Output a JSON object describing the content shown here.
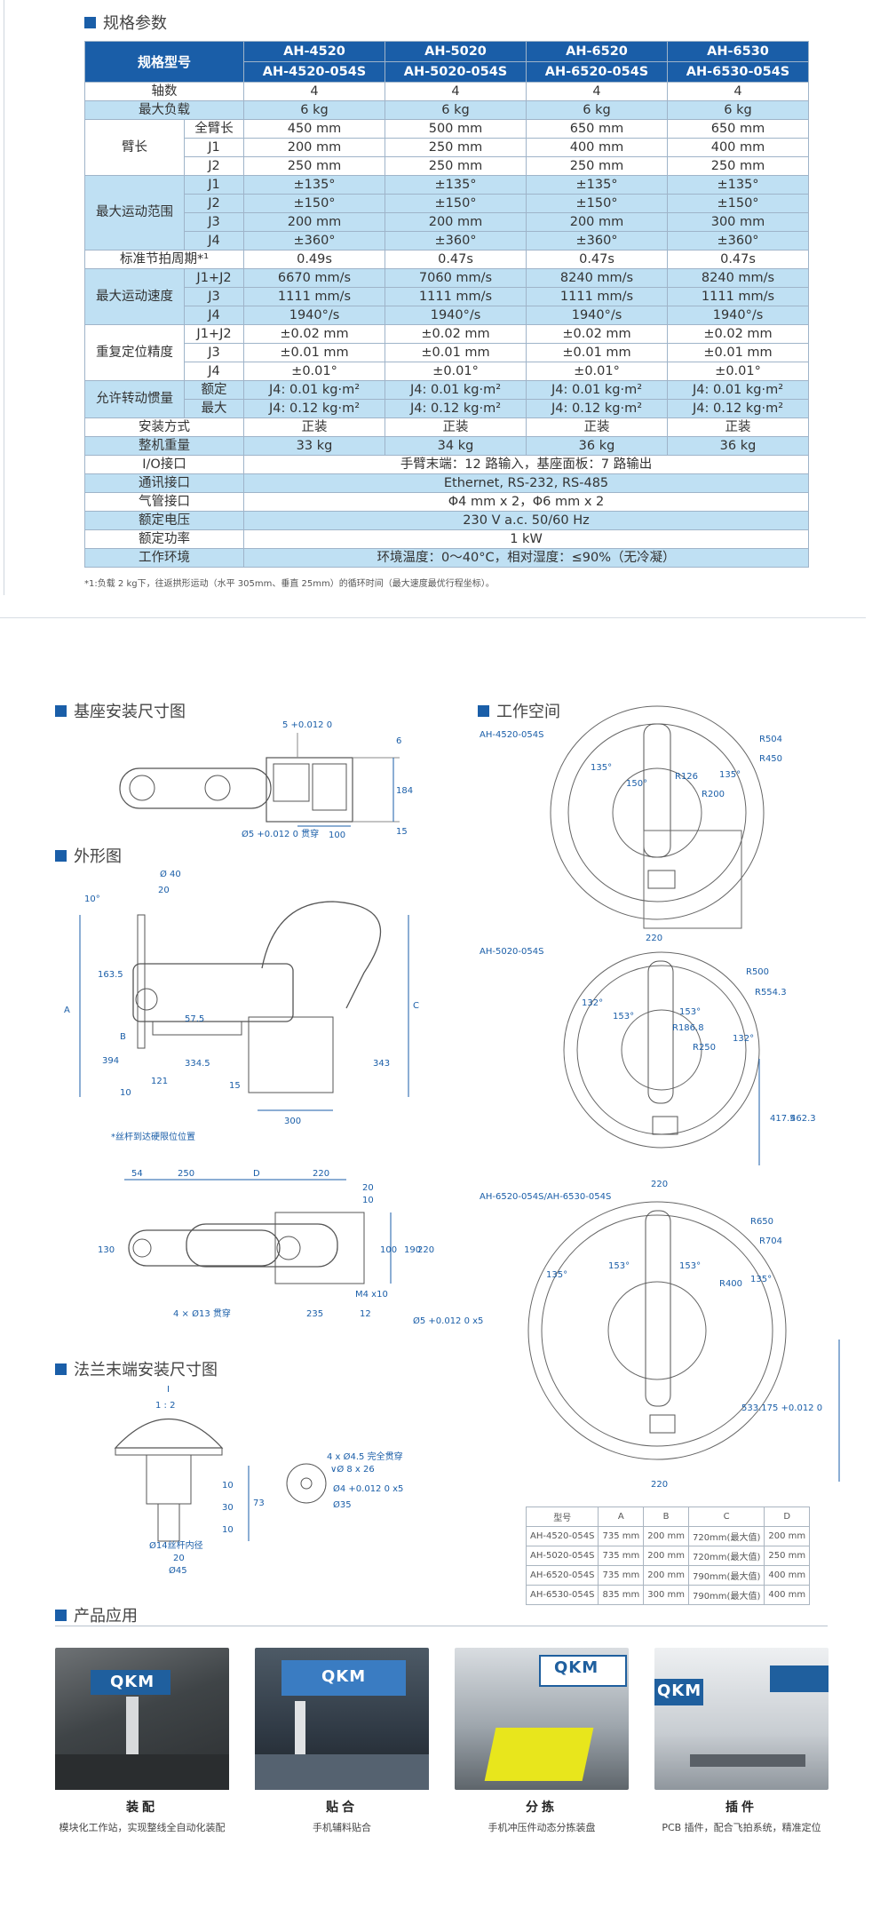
{
  "spec_section": {
    "title": "规格参数",
    "header": {
      "label": "规格型号",
      "models": [
        {
          "l1": "AH-4520",
          "l2": "AH-4520-054S"
        },
        {
          "l1": "AH-5020",
          "l2": "AH-5020-054S"
        },
        {
          "l1": "AH-6520",
          "l2": "AH-6520-054S"
        },
        {
          "l1": "AH-6530",
          "l2": "AH-6530-054S"
        }
      ]
    },
    "rows": {
      "axes": {
        "label": "轴数",
        "v": [
          "4",
          "4",
          "4",
          "4"
        ]
      },
      "payload": {
        "label": "最大负载",
        "v": [
          "6 kg",
          "6 kg",
          "6 kg",
          "6 kg"
        ]
      },
      "arm": {
        "label": "臂长",
        "sub": [
          {
            "label": "全臂长",
            "v": [
              "450 mm",
              "500 mm",
              "650 mm",
              "650 mm"
            ]
          },
          {
            "label": "J1",
            "v": [
              "200 mm",
              "250 mm",
              "400 mm",
              "400 mm"
            ]
          },
          {
            "label": "J2",
            "v": [
              "250 mm",
              "250 mm",
              "250 mm",
              "250 mm"
            ]
          }
        ]
      },
      "range": {
        "label": "最大运动范围",
        "sub": [
          {
            "label": "J1",
            "v": [
              "±135°",
              "±135°",
              "±135°",
              "±135°"
            ]
          },
          {
            "label": "J2",
            "v": [
              "±150°",
              "±150°",
              "±150°",
              "±150°"
            ]
          },
          {
            "label": "J3",
            "v": [
              "200 mm",
              "200 mm",
              "200 mm",
              "300 mm"
            ]
          },
          {
            "label": "J4",
            "v": [
              "±360°",
              "±360°",
              "±360°",
              "±360°"
            ]
          }
        ]
      },
      "cycle": {
        "label": "标准节拍周期*¹",
        "v": [
          "0.49s",
          "0.47s",
          "0.47s",
          "0.47s"
        ]
      },
      "speed": {
        "label": "最大运动速度",
        "sub": [
          {
            "label": "J1+J2",
            "v": [
              "6670 mm/s",
              "7060 mm/s",
              "8240 mm/s",
              "8240 mm/s"
            ]
          },
          {
            "label": "J3",
            "v": [
              "1111 mm/s",
              "1111 mm/s",
              "1111 mm/s",
              "1111 mm/s"
            ]
          },
          {
            "label": "J4",
            "v": [
              "1940°/s",
              "1940°/s",
              "1940°/s",
              "1940°/s"
            ]
          }
        ]
      },
      "repeat": {
        "label": "重复定位精度",
        "sub": [
          {
            "label": "J1+J2",
            "v": [
              "±0.02 mm",
              "±0.02 mm",
              "±0.02 mm",
              "±0.02 mm"
            ]
          },
          {
            "label": "J3",
            "v": [
              "±0.01 mm",
              "±0.01 mm",
              "±0.01 mm",
              "±0.01 mm"
            ]
          },
          {
            "label": "J4",
            "v": [
              "±0.01°",
              "±0.01°",
              "±0.01°",
              "±0.01°"
            ]
          }
        ]
      },
      "inertia": {
        "label": "允许转动惯量",
        "sub": [
          {
            "label": "额定",
            "v": [
              "J4: 0.01 kg·m²",
              "J4: 0.01 kg·m²",
              "J4: 0.01 kg·m²",
              "J4: 0.01 kg·m²"
            ]
          },
          {
            "label": "最大",
            "v": [
              "J4: 0.12 kg·m²",
              "J4: 0.12 kg·m²",
              "J4: 0.12 kg·m²",
              "J4: 0.12 kg·m²"
            ]
          }
        ]
      },
      "mount": {
        "label": "安装方式",
        "v": [
          "正装",
          "正装",
          "正装",
          "正装"
        ]
      },
      "weight": {
        "label": "整机重量",
        "v": [
          "33 kg",
          "34 kg",
          "36 kg",
          "36 kg"
        ]
      },
      "io": {
        "label": "I/O接口",
        "v": "手臂末端：12 路输入，基座面板：7 路输出"
      },
      "comm": {
        "label": "通讯接口",
        "v": "Ethernet, RS-232, RS-485"
      },
      "air": {
        "label": "气管接口",
        "v": "Φ4 mm x 2，Φ6 mm x 2"
      },
      "voltage": {
        "label": "额定电压",
        "v": "230 V a.c. 50/60 Hz"
      },
      "power": {
        "label": "额定功率",
        "v": "1 kW"
      },
      "env": {
        "label": "工作环境",
        "v": "环境温度：0～40°C，相对湿度：≤90%（无冷凝）"
      }
    },
    "footnote": "*1:负载 2 kg下，往返拱形运动（水平 305mm、垂直 25mm）的循环时间（最大速度最优行程坐标）。"
  },
  "base_section": {
    "title": "基座安装尺寸图",
    "labels": [
      "5 +0.012 0",
      "6",
      "184",
      "15",
      "Ø5 +0.012 0 贯穿",
      "100"
    ]
  },
  "outline_section": {
    "title": "外形图",
    "labels": [
      "Ø 40",
      "20",
      "10°",
      "163.5",
      "A",
      "B",
      "394",
      "57.5",
      "334.5",
      "121",
      "10",
      "15",
      "C",
      "343",
      "300"
    ],
    "note": "*丝杆到达硬限位位置",
    "top_labels": [
      "54",
      "250",
      "D",
      "220",
      "20",
      "10",
      "100",
      "130",
      "190",
      "220",
      "M4 x10",
      "4 × Ø13 贯穿",
      "235",
      "12",
      "Ø5 +0.012 0 x5"
    ]
  },
  "flange_section": {
    "title": "法兰末端安装尺寸图",
    "labels": [
      "I",
      "1 : 2",
      "10",
      "30",
      "73",
      "10",
      "Ø14丝杆内径",
      "20",
      "Ø45",
      "4 x Ø4.5 完全贯穿",
      "∨Ø 8 x 26",
      "Ø4 +0.012 0 x5",
      "Ø35"
    ]
  },
  "workspace_section": {
    "title": "工作空间",
    "models": [
      {
        "name": "AH-4520-054S",
        "labels": [
          "R504",
          "R450",
          "135°",
          "150°",
          "R126",
          "R200",
          "135°",
          "220"
        ]
      },
      {
        "name": "AH-5020-054S",
        "labels": [
          "R500",
          "R554.3",
          "132°",
          "153°",
          "R186.8",
          "R250",
          "153°",
          "132°",
          "417.5",
          "462.3",
          "220"
        ]
      },
      {
        "name": "AH-6520-054S/AH-6530-054S",
        "labels": [
          "R650",
          "R704",
          "135°",
          "153°",
          "153°",
          "R400",
          "135°",
          "533.175 +0.012 0",
          "220"
        ]
      }
    ]
  },
  "dims_table": {
    "header": [
      "型号",
      "A",
      "B",
      "C",
      "D"
    ],
    "rows": [
      [
        "AH-4520-054S",
        "735 mm",
        "200 mm",
        "720mm(最大值)",
        "200 mm"
      ],
      [
        "AH-5020-054S",
        "735 mm",
        "200 mm",
        "720mm(最大值)",
        "250 mm"
      ],
      [
        "AH-6520-054S",
        "735 mm",
        "200 mm",
        "790mm(最大值)",
        "400 mm"
      ],
      [
        "AH-6530-054S",
        "835 mm",
        "300 mm",
        "790mm(最大值)",
        "400 mm"
      ]
    ]
  },
  "applications": {
    "title": "产品应用",
    "items": [
      {
        "name": "装配",
        "desc": "模块化工作站，实现整线全自动化装配",
        "logo": "QKM"
      },
      {
        "name": "贴合",
        "desc": "手机辅料贴合",
        "logo": "QKM"
      },
      {
        "name": "分拣",
        "desc": "手机冲压件动态分拣装盘",
        "logo": "QKM"
      },
      {
        "name": "插件",
        "desc": "PCB 插件，配合飞拍系统，精准定位",
        "logo": "QKM"
      }
    ]
  },
  "colors": {
    "accent": "#1a5ea8",
    "row_blue": "#bfe0f3",
    "line": "#9fb4c9"
  }
}
